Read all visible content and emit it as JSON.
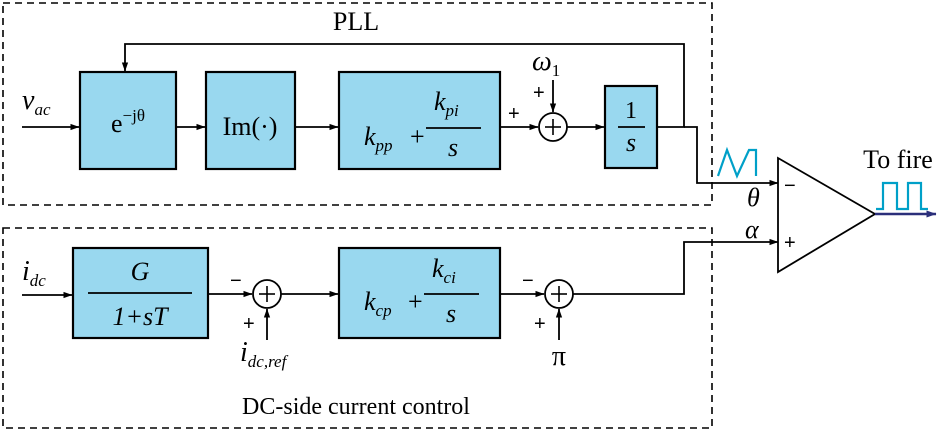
{
  "frames": {
    "pll_title": "PLL",
    "dc_title": "DC-side current control"
  },
  "inputs": {
    "vac": {
      "main": "v",
      "sub": "ac"
    },
    "idc": {
      "main": "i",
      "sub": "dc"
    },
    "idc_ref": {
      "main": "i",
      "sub": "dc,ref"
    },
    "omega1": {
      "main": "ω",
      "sub": "1"
    },
    "pi": "π"
  },
  "blocks": {
    "rotation": {
      "main": "e",
      "sup": "−jθ"
    },
    "im": "Im(·)",
    "pi_pll": {
      "kp": "k",
      "kp_sub": "pp",
      "plus": "+",
      "ki": "k",
      "ki_sub": "pi",
      "den": "s"
    },
    "integrator": {
      "num": "1",
      "den": "s"
    },
    "filter": {
      "num": "G",
      "den": "1+sT"
    },
    "pi_dc": {
      "kp": "k",
      "kp_sub": "cp",
      "plus": "+",
      "ki": "k",
      "ki_sub": "ci",
      "den": "s"
    }
  },
  "signals": {
    "theta": "θ",
    "alpha": "α",
    "to_fire": "To fire"
  },
  "signs": {
    "sum_pll_left": "+",
    "sum_pll_top": "+",
    "sum_dc1_left": "−",
    "sum_dc1_bottom": "+",
    "sum_dc2_left": "−",
    "sum_dc2_bottom": "+",
    "comp_minus": "−",
    "comp_plus": "+"
  },
  "colors": {
    "block_fill": "#99d8ef",
    "waveform": "#00a0c8",
    "output_arrow": "#2b2f7a"
  }
}
